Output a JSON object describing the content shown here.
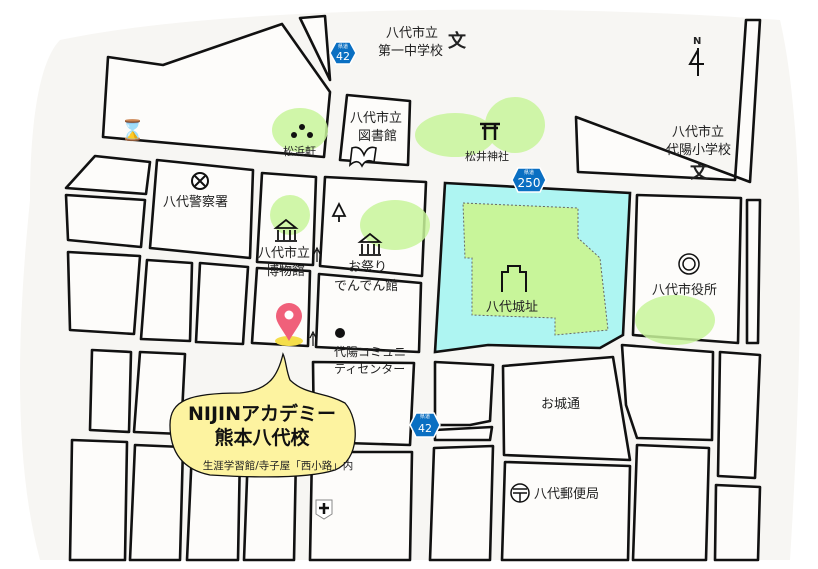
{
  "map": {
    "callout": {
      "title_line1": "NIJINアカデミー",
      "title_line2": "熊本八代校",
      "subtitle": "生涯学習館/寺子屋「西小路」内"
    },
    "landmarks": {
      "school1_line1": "八代市立",
      "school1_line2": "第一中学校",
      "library_line1": "八代市立",
      "library_line2": "図書館",
      "shohamaken": "松浜軒",
      "matsui_shrine": "松井神社",
      "school2_line1": "八代市立",
      "school2_line2": "代陽小学校",
      "police": "八代警察署",
      "museum_line1": "八代市立",
      "museum_line2": "博物館",
      "omatsuri_line1": "お祭り",
      "omatsuri_line2": "でんでん館",
      "castle": "八代城址",
      "city_hall": "八代市役所",
      "community_line1": "代陽コミュニ",
      "community_line2": "ティセンター",
      "oshiro_dori": "お城通",
      "post_office": "八代郵便局"
    },
    "route_shields": [
      {
        "prefix": "県道",
        "number": "42"
      },
      {
        "prefix": "県道",
        "number": "250"
      },
      {
        "prefix": "県道",
        "number": "42"
      }
    ],
    "north_label": "N",
    "colors": {
      "park_green": "#c8f59a",
      "castle_moat": "#9ff5f0",
      "pin": "#f0607a",
      "callout_fill": "#fdf3a0",
      "route_shield": "#0a6fc2"
    }
  }
}
